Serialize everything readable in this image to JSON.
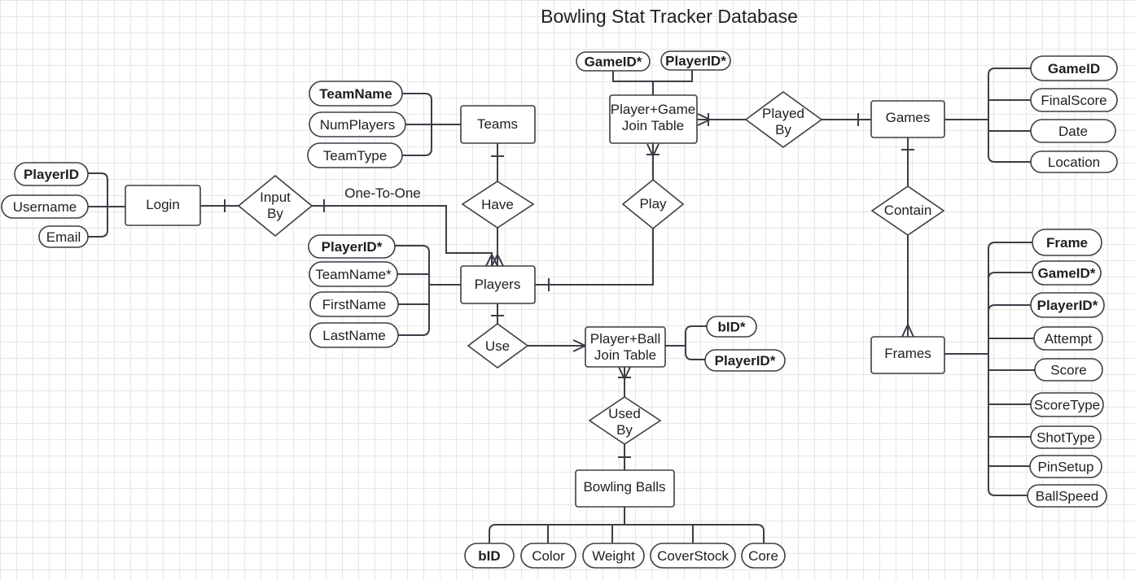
{
  "title": "Bowling Stat Tracker Database",
  "entities": {
    "login": "Login",
    "teams": "Teams",
    "players": "Players",
    "player_game": [
      "Player+Game",
      "Join Table"
    ],
    "games": "Games",
    "player_ball": [
      "Player+Ball",
      "Join Table"
    ],
    "bowling_balls": "Bowling Balls",
    "frames": "Frames"
  },
  "relationships": {
    "input_by": [
      "Input",
      "By"
    ],
    "have": "Have",
    "play": "Play",
    "played_by": [
      "Played",
      "By"
    ],
    "contain": "Contain",
    "use": "Use",
    "used_by": [
      "Used",
      "By"
    ]
  },
  "annotations": {
    "one_to_one": "One-To-One"
  },
  "attributes": {
    "login": [
      {
        "label": "PlayerID",
        "key": true
      },
      {
        "label": "Username",
        "key": false
      },
      {
        "label": "Email",
        "key": false
      }
    ],
    "teams": [
      {
        "label": "TeamName",
        "key": true
      },
      {
        "label": "NumPlayers",
        "key": false
      },
      {
        "label": "TeamType",
        "key": false
      }
    ],
    "players": [
      {
        "label": "PlayerID*",
        "key": true
      },
      {
        "label": "TeamName*",
        "key": false
      },
      {
        "label": "FirstName",
        "key": false
      },
      {
        "label": "LastName",
        "key": false
      }
    ],
    "player_game": [
      {
        "label": "GameID*",
        "key": true
      },
      {
        "label": "PlayerID*",
        "key": true
      }
    ],
    "games": [
      {
        "label": "GameID",
        "key": true
      },
      {
        "label": "FinalScore",
        "key": false
      },
      {
        "label": "Date",
        "key": false
      },
      {
        "label": "Location",
        "key": false
      }
    ],
    "player_ball": [
      {
        "label": "bID*",
        "key": true
      },
      {
        "label": "PlayerID*",
        "key": true
      }
    ],
    "bowling_balls": [
      {
        "label": "bID",
        "key": true
      },
      {
        "label": "Color",
        "key": false
      },
      {
        "label": "Weight",
        "key": false
      },
      {
        "label": "CoverStock",
        "key": false
      },
      {
        "label": "Core",
        "key": false
      }
    ],
    "frames": [
      {
        "label": "Frame",
        "key": true
      },
      {
        "label": "GameID*",
        "key": true
      },
      {
        "label": "PlayerID*",
        "key": true
      },
      {
        "label": "Attempt",
        "key": false
      },
      {
        "label": "Score",
        "key": false
      },
      {
        "label": "ScoreType",
        "key": false
      },
      {
        "label": "ShotType",
        "key": false
      },
      {
        "label": "PinSetup",
        "key": false
      },
      {
        "label": "BallSpeed",
        "key": false
      }
    ]
  },
  "colors": {
    "stroke": "#3a3f47",
    "fill": "#ffffff",
    "grid": "#e6e6e6",
    "text": "#1f1f1f"
  }
}
